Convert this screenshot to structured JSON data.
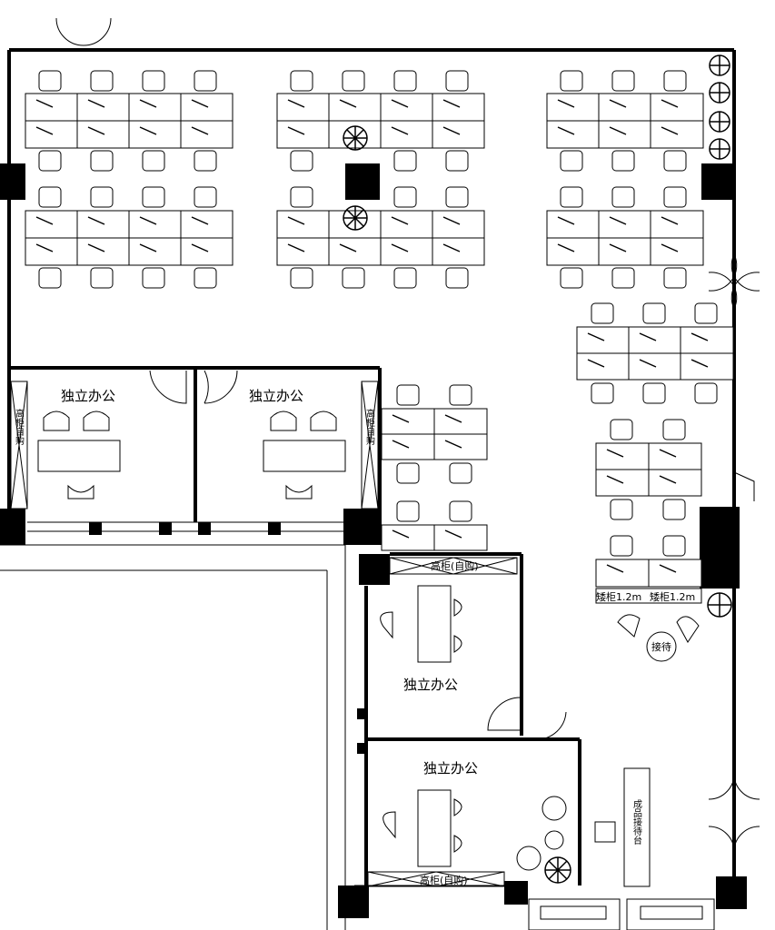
{
  "labels": {
    "office_a": "独立办公",
    "office_b": "独立办公",
    "office_c": "独立办公",
    "office_d": "独立办公",
    "high_cabinet_1": "高柜(自购)",
    "high_cabinet_2": "高柜(自购)",
    "low_cabinet_1": "矮柜1.2m",
    "low_cabinet_2": "矮柜1.2m",
    "reception_round": "接待",
    "reception_desk": "成品接待台",
    "side_cabinet_left": "高柜自购",
    "side_cabinet_mid": "高柜自购"
  },
  "colors": {
    "ink": "#000000",
    "paper": "#ffffff"
  }
}
